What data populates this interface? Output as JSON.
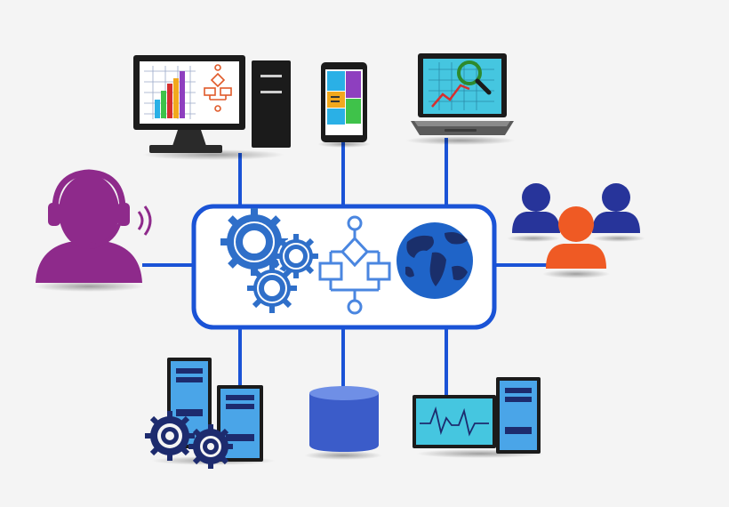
{
  "colors": {
    "background": "#f4f4f4",
    "connector": "#1a53d6",
    "hub_border": "#1a53d6",
    "hub_fill": "#ffffff",
    "gear": "#2f6fc9",
    "flowchart": "#4a86e0",
    "globe_ocean": "#1f64c8",
    "globe_land": "#1a2f6b",
    "agent": "#8e2a8b",
    "user_blue": "#27349a",
    "user_orange": "#ef5a24",
    "server": "#4aa5e8",
    "server_slot": "#1d2b6e",
    "database": "#3b5cc9",
    "monitor_screen": "#45c6e0"
  },
  "nodes": [
    {
      "id": "desktop-workstation",
      "icon": "desktop-computer-icon"
    },
    {
      "id": "mobile-phone",
      "icon": "smartphone-icon"
    },
    {
      "id": "laptop-analytics",
      "icon": "laptop-icon"
    },
    {
      "id": "support-agent",
      "icon": "headset-agent-icon"
    },
    {
      "id": "user-group",
      "icon": "users-group-icon"
    },
    {
      "id": "server-gears",
      "icon": "server-gears-icon"
    },
    {
      "id": "database",
      "icon": "database-icon"
    },
    {
      "id": "monitoring-server",
      "icon": "monitor-server-icon"
    }
  ],
  "hub": {
    "icons": [
      "gears-icon",
      "flowchart-icon",
      "globe-icon"
    ]
  }
}
